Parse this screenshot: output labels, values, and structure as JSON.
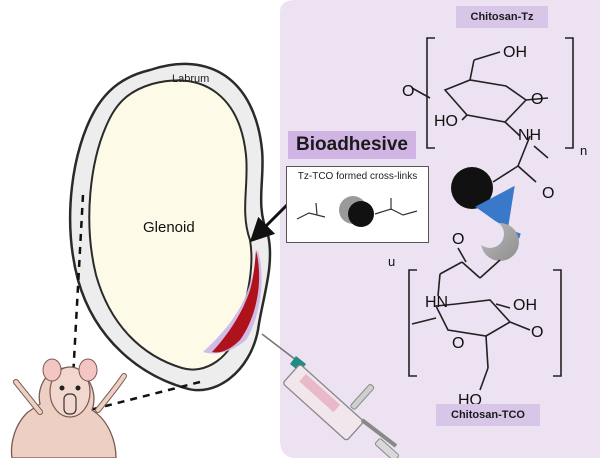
{
  "labels": {
    "labrum": "Labrum",
    "glenoid": "Glenoid",
    "bioadhesive": "Bioadhesive",
    "crosslinks": "Tz-TCO formed cross-links",
    "chitosan_tz": "Chitosan-Tz",
    "chitosan_tco": "Chitosan-TCO"
  },
  "chem": {
    "top_ring": {
      "o1": "O",
      "o2": "O",
      "ho": "HO",
      "nh": "NH",
      "oh": "OH",
      "n": "n"
    },
    "linker": {
      "o_top": "O",
      "o_bottom": "O"
    },
    "bottom_ring": {
      "u": "u",
      "hn": "HN",
      "oh": "OH",
      "o1": "O",
      "o2": "O",
      "ho": "HO"
    }
  },
  "colors": {
    "panel_bg": "#ede2f1",
    "label_purple": "#d8c6e9",
    "bioadhesive_purple": "#cfb4e4",
    "glenoid_fill": "#fdfbe7",
    "labrum_fill": "#ededed",
    "adhesive_red": "#b0121b",
    "arrow_blue": "#3a78c9"
  }
}
